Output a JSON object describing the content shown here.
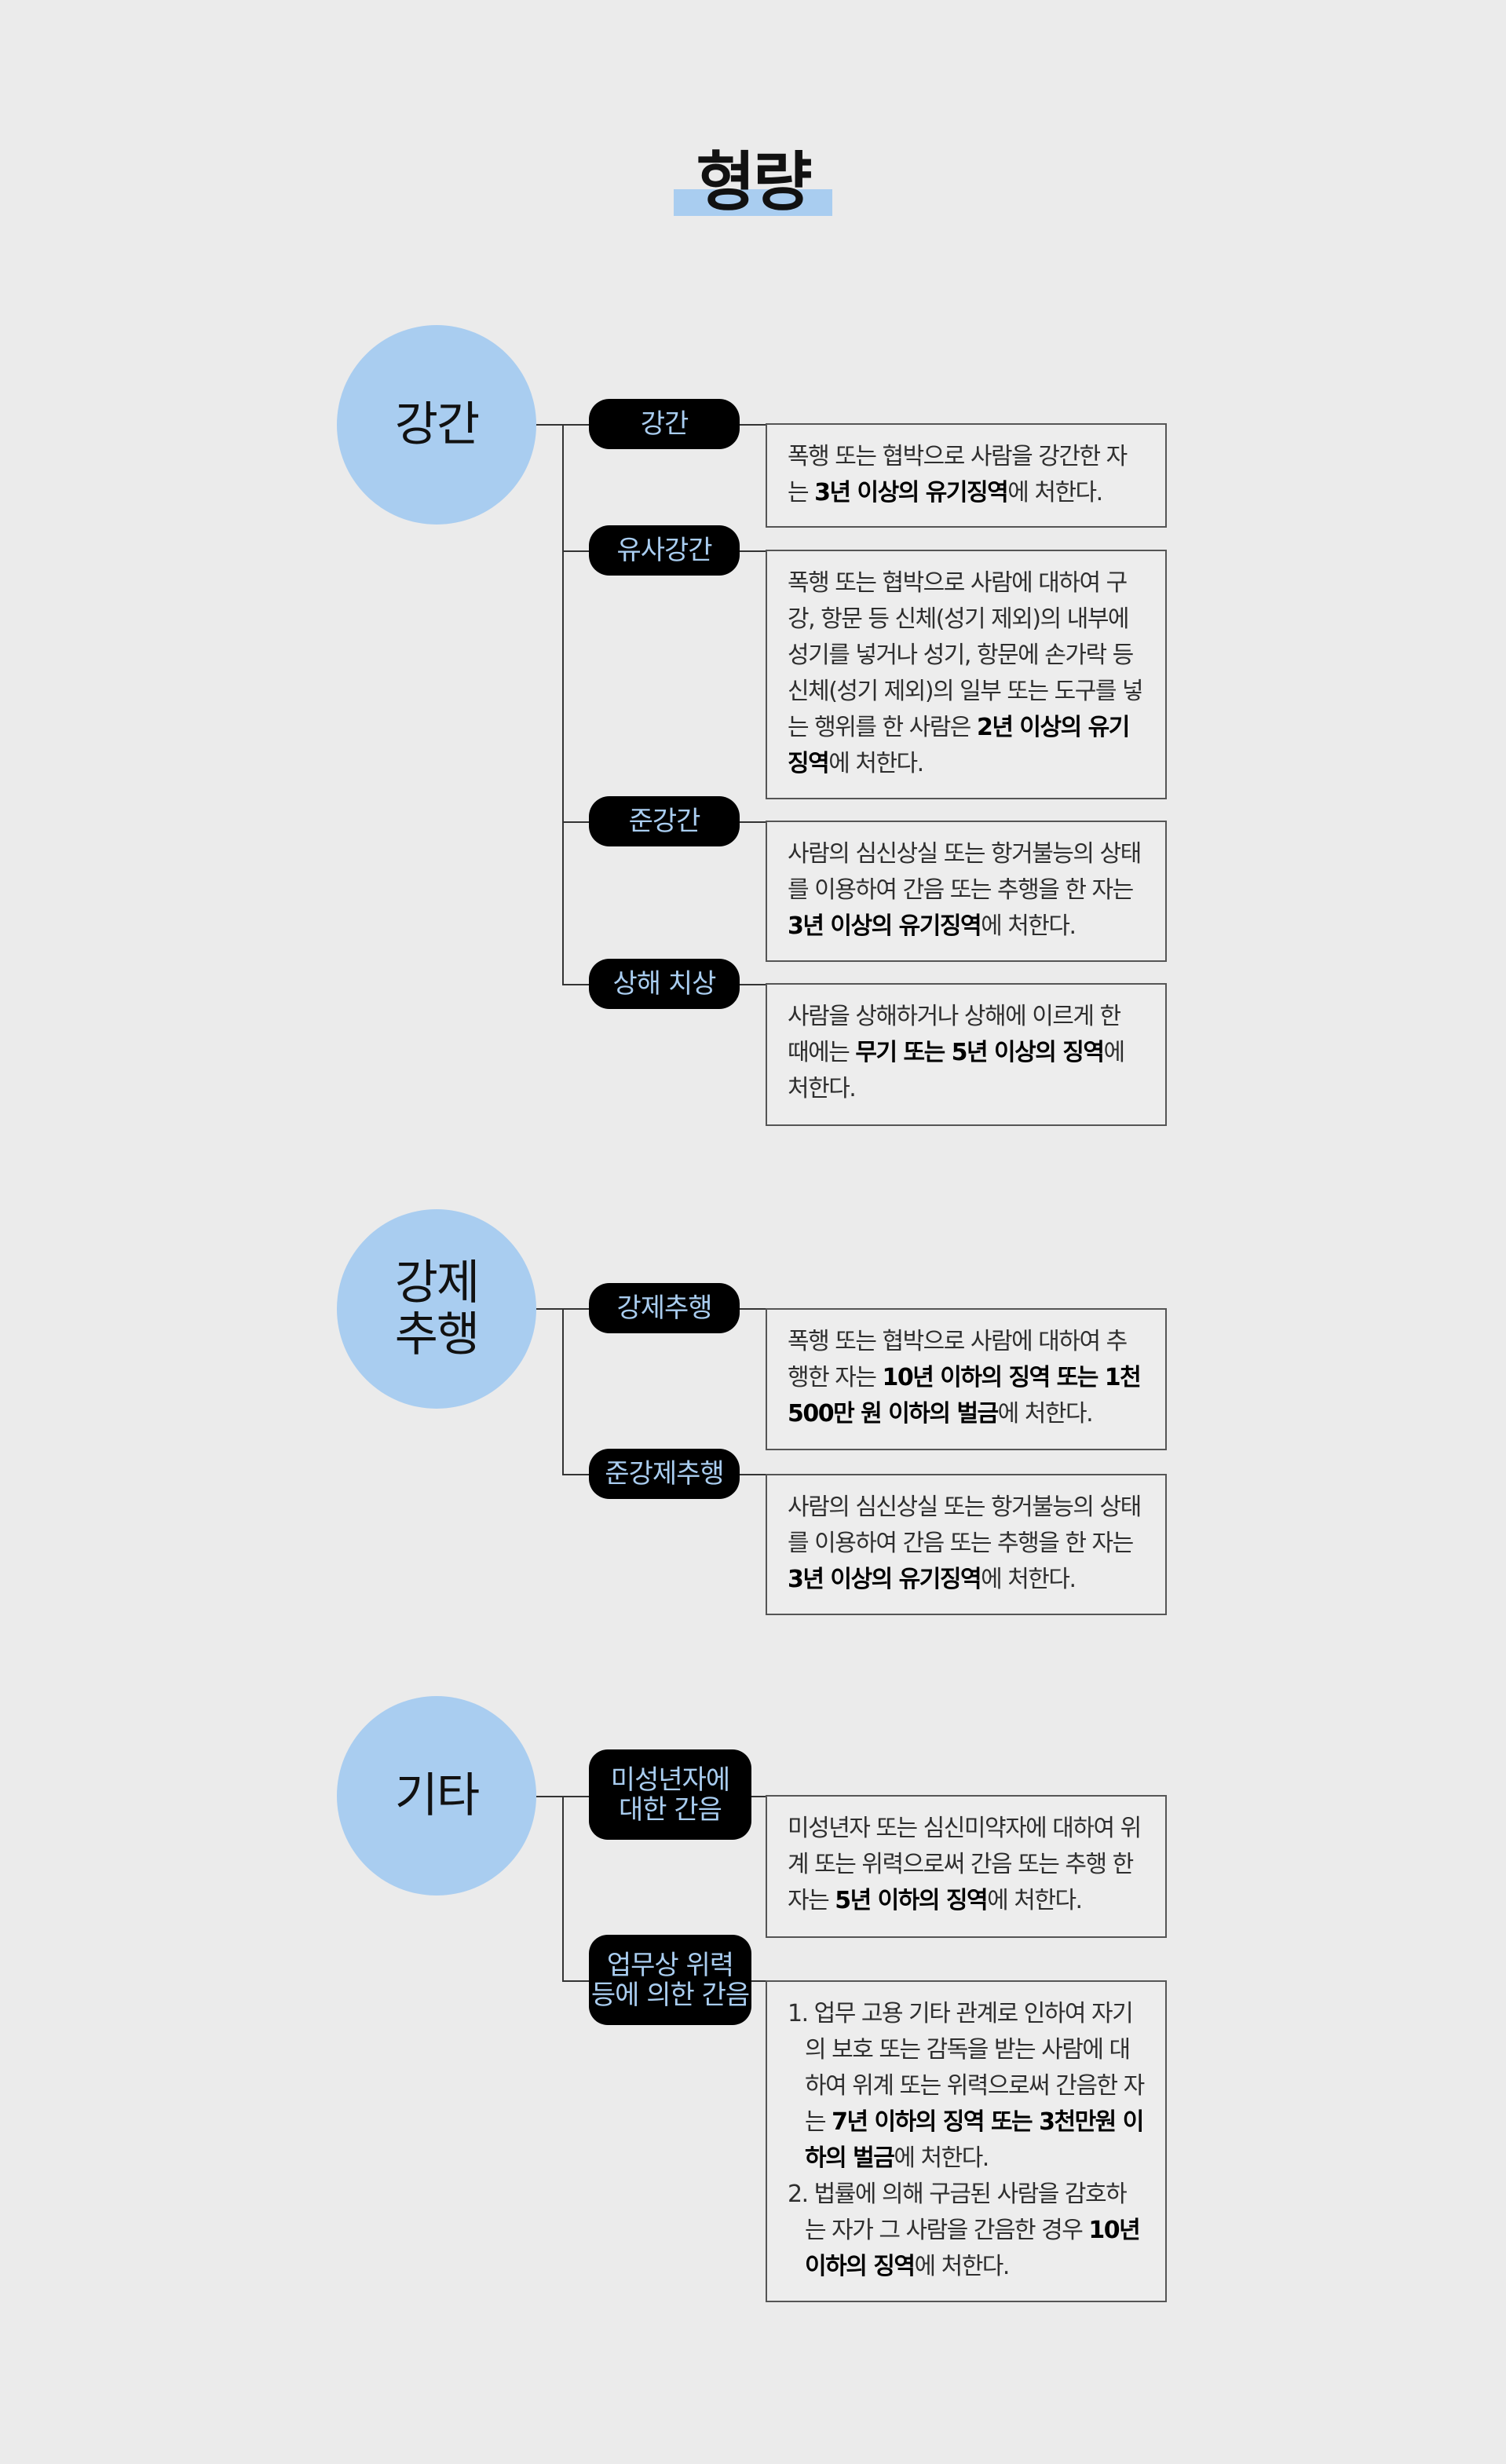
{
  "page_title": "형량",
  "sections": [
    {
      "name": "강간",
      "items": [
        {
          "label": "강간",
          "desc": [
            "폭행 또는 협박으로 사람을 강간한 자는 ",
            {
              "b": "3년 이상의 유기징역"
            },
            "에 처한다."
          ]
        },
        {
          "label": "유사강간",
          "desc": [
            "폭행 또는 협박으로 사람에 대하여 구강, 항문 등 신체(성기 제외)의 내부에 성기를 넣거나 성기, 항문에 손가락 등 신체(성기 제외)의 일부 또는 도구를 넣는 행위를 한 사람은 ",
            {
              "b": "2년 이상의 유기징역"
            },
            "에 처한다."
          ]
        },
        {
          "label": "준강간",
          "desc": [
            "사람의 심신상실 또는 항거불능의 상태를 이용하여 간음 또는 추행을 한 자는 ",
            {
              "b": "3년 이상의 유기징역"
            },
            "에 처한다."
          ]
        },
        {
          "label": "상해 치상",
          "desc": [
            "사람을 상해하거나 상해에 이르게 한 때에는 ",
            {
              "b": "무기 또는 5년 이상의 징역"
            },
            "에 처한다."
          ]
        }
      ]
    },
    {
      "name": "강제\n추행",
      "items": [
        {
          "label": "강제추행",
          "desc": [
            "폭행 또는 협박으로 사람에 대하여 추행한 자는 ",
            {
              "b": "10년 이하의 징역 또는 1천500만 원 이하의 벌금"
            },
            "에 처한다."
          ]
        },
        {
          "label": "준강제추행",
          "desc": [
            "사람의 심신상실 또는 항거불능의 상태를 이용하여 간음 또는 추행을 한 자는 ",
            {
              "b": "3년 이상의 유기징역"
            },
            "에 처한다."
          ]
        }
      ]
    },
    {
      "name": "기타",
      "items": [
        {
          "label": "미성년자에\n대한 간음",
          "desc": [
            "미성년자 또는 심신미약자에 대하여 위계 또는 위력으로써 간음 또는 추행 한 자는 ",
            {
              "b": "5년 이하의 징역"
            },
            "에 처한다."
          ]
        },
        {
          "label": "업무상 위력\n등에 의한 간음",
          "list": [
            [
              "1. 업무 고용 기타 관계로 인하여 자기의 보호 또는 감독을 받는 사람에 대하여 위계 또는 위력으로써 간음한 자는 ",
              {
                "b": "7년 이하의 징역 또는 3천만원 이하의 벌금"
              },
              "에 처한다."
            ],
            [
              "2. 법률에 의해 구금된 사람을 감호하는 자가 그 사람을 간음한 경우 ",
              {
                "b": "10년 이하의 징역"
              },
              "에 처한다."
            ]
          ]
        }
      ]
    }
  ]
}
